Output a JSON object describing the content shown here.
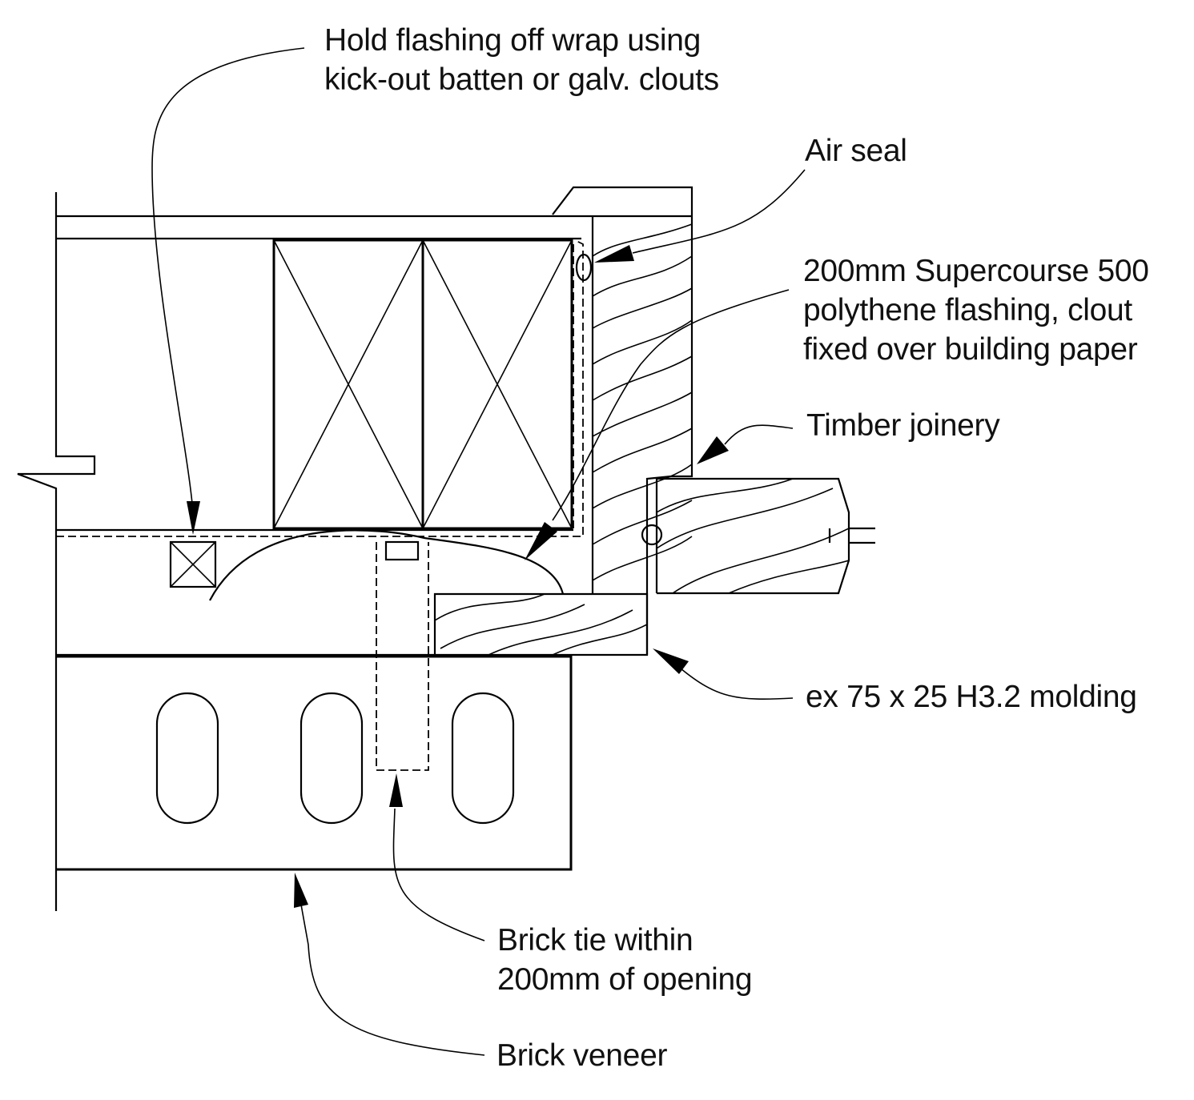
{
  "annotations": {
    "hold_flashing": [
      "Hold flashing off wrap using",
      "kick-out batten or galv. clouts"
    ],
    "air_seal": [
      "Air seal"
    ],
    "supercourse": [
      "200mm Supercourse 500",
      "polythene flashing, clout",
      "fixed over building paper"
    ],
    "timber_joinery": [
      "Timber joinery"
    ],
    "molding": [
      "ex 75 x 25 H3.2 molding"
    ],
    "brick_tie": [
      "Brick tie within",
      "200mm of opening"
    ],
    "brick_veneer": [
      "Brick veneer"
    ]
  },
  "colors": {
    "line": "#000000",
    "background": "#ffffff",
    "text": "#111111"
  }
}
